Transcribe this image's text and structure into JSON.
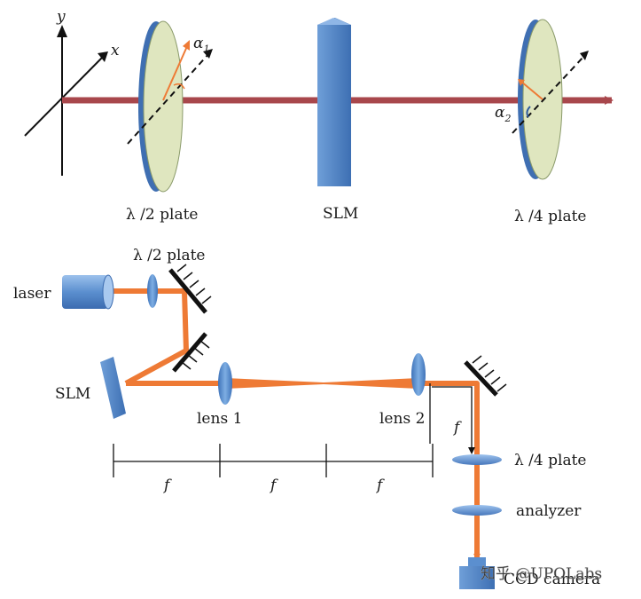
{
  "top_setup": {
    "axes": {
      "y_label": "y",
      "x_label": "x"
    },
    "alpha1": {
      "base": "α",
      "sub": "1"
    },
    "alpha2": {
      "base": "α",
      "sub": "2"
    },
    "half_wave_label": "λ /2 plate",
    "slm_label": "SLM",
    "quarter_wave_label": "λ /4 plate"
  },
  "bottom_setup": {
    "laser_label": "laser",
    "half_wave_label": "λ /2 plate",
    "slm_label": "SLM",
    "lens1_label": "lens 1",
    "lens2_label": "lens 2",
    "focal_symbols": [
      "f",
      "f",
      "f"
    ],
    "focal_vertical": "f",
    "quarter_wave_label": "λ /4 plate",
    "analyzer_label": "analyzer",
    "camera_label": "CCD camera"
  },
  "watermark": "知乎 @UPOLabs",
  "colors": {
    "beam_top": "#a8474c",
    "beam_bottom": "#ee7a35",
    "optic_blue": "#5b8fcf",
    "plate_face": "#dfe6bf"
  }
}
